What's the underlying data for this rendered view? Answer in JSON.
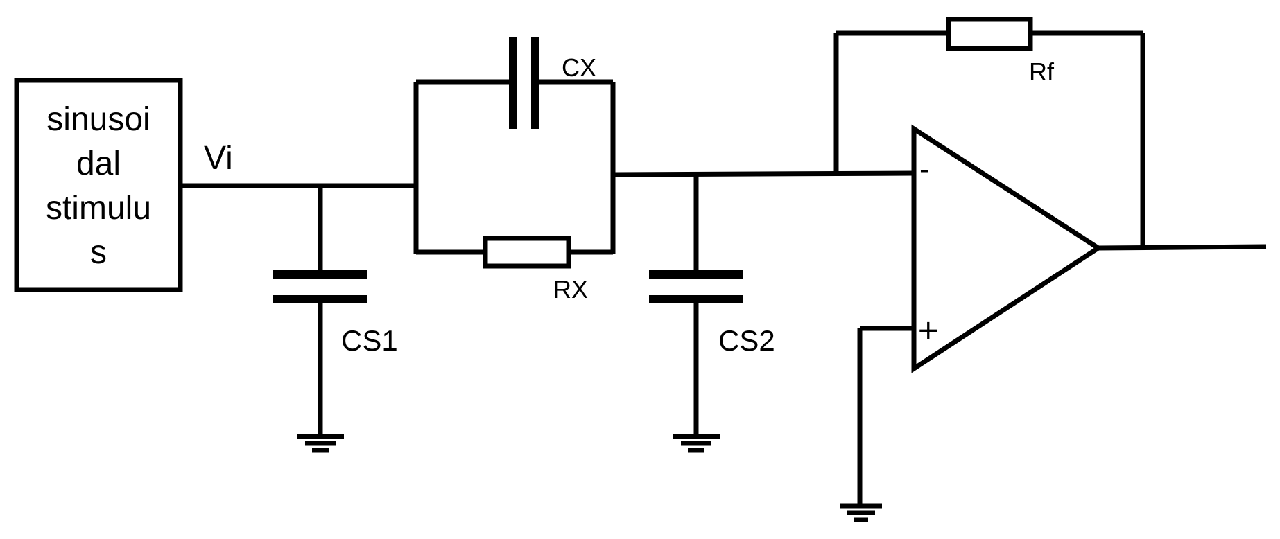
{
  "source": {
    "line1": "sinusoi",
    "line2": "dal",
    "line3": "stimulu",
    "line4": "s"
  },
  "labels": {
    "vi": "Vi",
    "cx": "CX",
    "rx": "RX",
    "cs1": "CS1",
    "cs2": "CS2",
    "rf": "Rf",
    "minus": "-",
    "plus": "+"
  },
  "colors": {
    "stroke": "#000000",
    "background": "#ffffff"
  }
}
